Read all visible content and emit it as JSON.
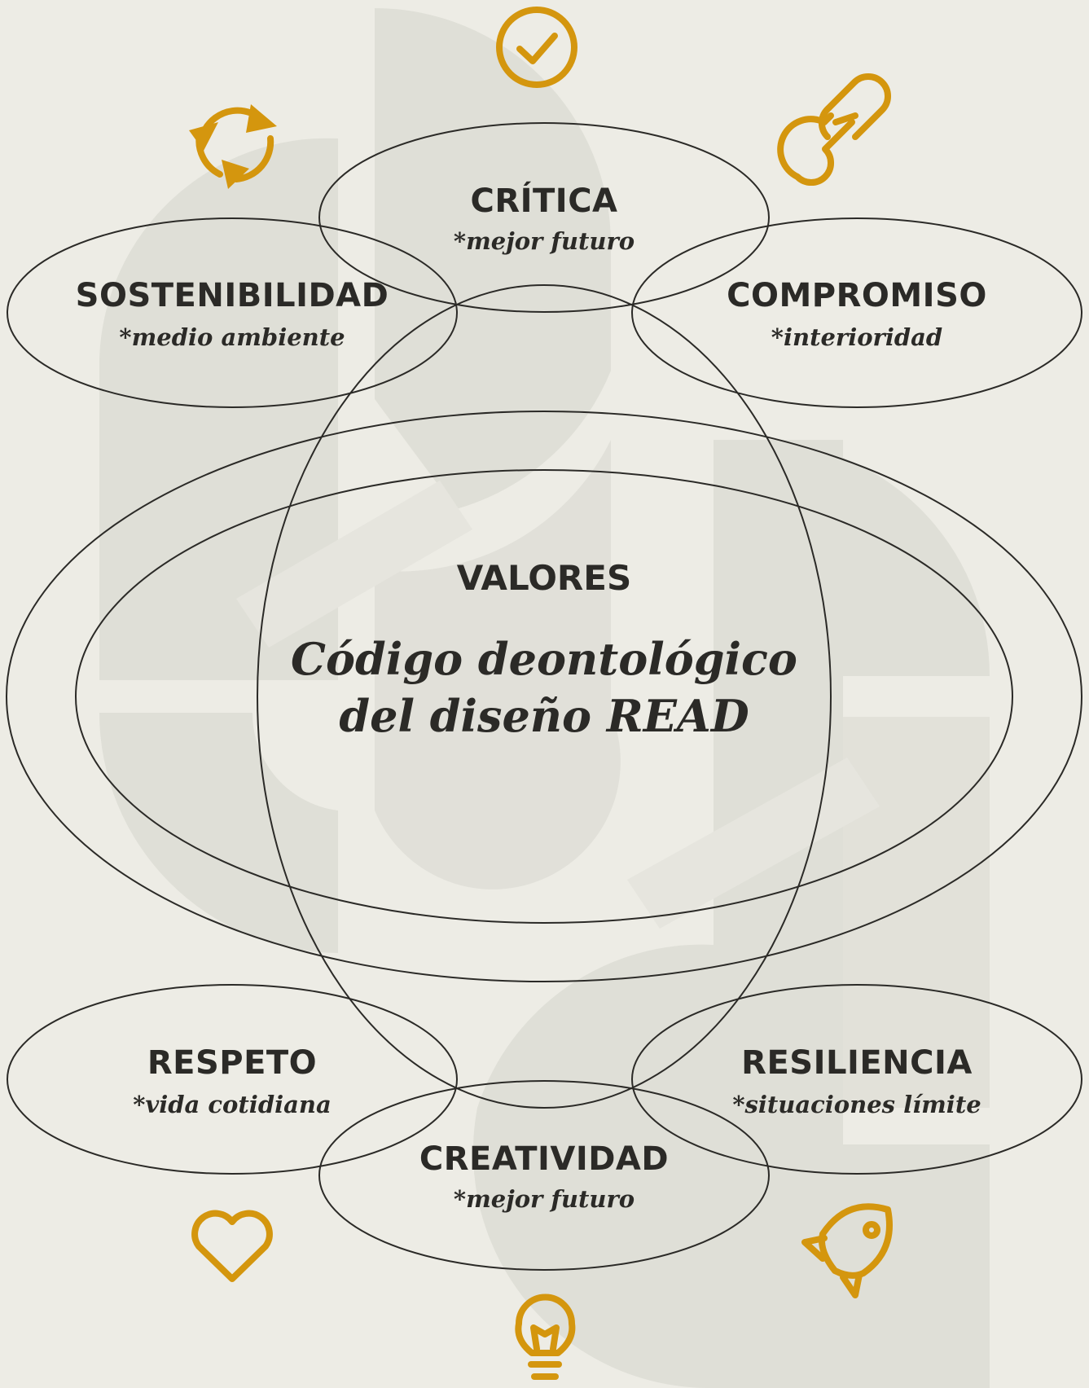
{
  "colors": {
    "background": "#edece5",
    "watermark": "#dfdfd7",
    "ink": "#2b2a27",
    "accent": "#d4960e"
  },
  "center": {
    "title": "VALORES",
    "main_line1": "Código deontológico",
    "main_line2": "del diseño READ"
  },
  "nodes": {
    "critica": {
      "title": "CRÍTICA",
      "subtitle": "*mejor futuro",
      "icon": "check-circle-icon"
    },
    "sostenibilidad": {
      "title": "SOSTENIBILIDAD",
      "subtitle": "*medio ambiente",
      "icon": "recycle-icon"
    },
    "compromiso": {
      "title": "COMPROMISO",
      "subtitle": "*interioridad",
      "icon": "link-icon"
    },
    "respeto": {
      "title": "RESPETO",
      "subtitle": "*vida cotidiana",
      "icon": "heart-icon"
    },
    "resiliencia": {
      "title": "RESILIENCIA",
      "subtitle": "*situaciones límite",
      "icon": "rocket-icon"
    },
    "creatividad": {
      "title": "CREATIVIDAD",
      "subtitle": "*mejor futuro",
      "icon": "lightbulb-icon"
    }
  }
}
